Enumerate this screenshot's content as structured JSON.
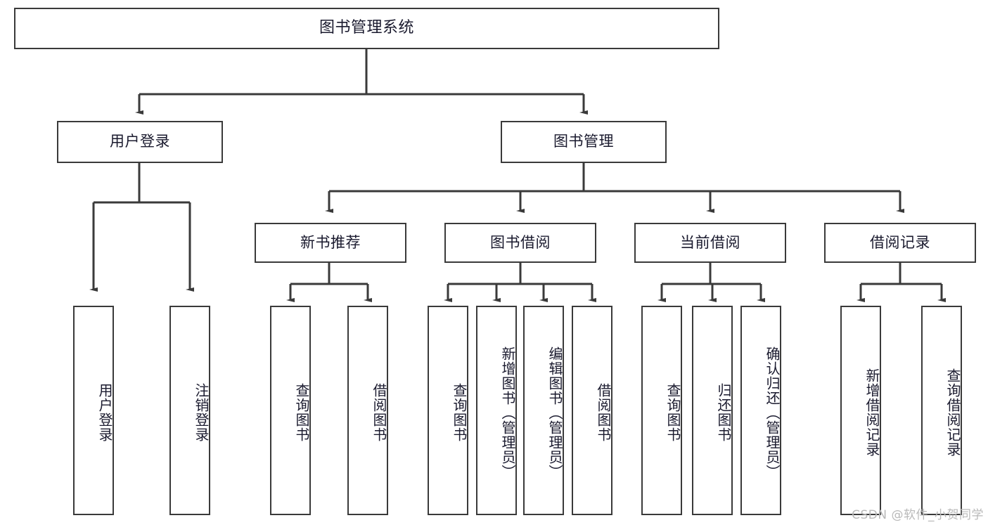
{
  "diagram": {
    "title": "图书管理系统",
    "type": "tree-hierarchy",
    "watermark": "CSDN @软件_小贺同学",
    "colors": {
      "box_border": "#3a3a3a",
      "box_fill": "#ffffff",
      "text": "#1a1a2e",
      "connector": "#3a3a3a",
      "watermark": "#b9b9b9"
    },
    "nodes": {
      "root": {
        "label": "图书管理系统"
      },
      "level2": [
        {
          "label": "用户登录"
        },
        {
          "label": "图书管理"
        }
      ],
      "level3": [
        {
          "label": "新书推荐"
        },
        {
          "label": "图书借阅"
        },
        {
          "label": "当前借阅"
        },
        {
          "label": "借阅记录"
        }
      ],
      "leaves": {
        "user_login": [
          {
            "label": "用户登录"
          },
          {
            "label": "注销登录"
          }
        ],
        "new_book": [
          {
            "label": "查询图书"
          },
          {
            "label": "借阅图书"
          }
        ],
        "book_borrow": [
          {
            "label": "查询图书"
          },
          {
            "label": "新增图书（管理员）"
          },
          {
            "label": "编辑图书（管理员）"
          },
          {
            "label": "借阅图书"
          }
        ],
        "current_borrow": [
          {
            "label": "查询图书"
          },
          {
            "label": "归还图书"
          },
          {
            "label": "确认归还（管理员）"
          }
        ],
        "borrow_record": [
          {
            "label": "新增借阅记录"
          },
          {
            "label": "查询借阅记录"
          }
        ]
      }
    }
  }
}
